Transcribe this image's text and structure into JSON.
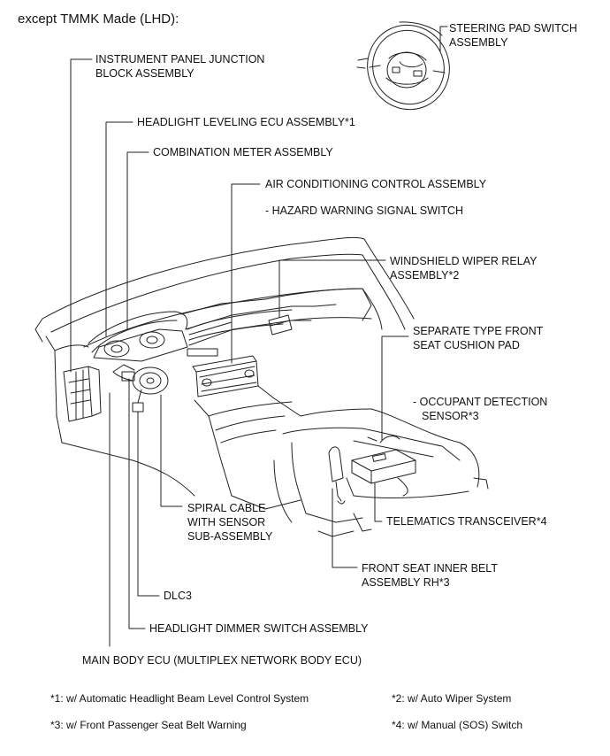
{
  "heading": "except TMMK Made (LHD):",
  "labels": {
    "steering_pad_switch": [
      "STEERING PAD SWITCH",
      "ASSEMBLY"
    ],
    "instrument_panel_junction_block": [
      "INSTRUMENT PANEL JUNCTION",
      "BLOCK ASSEMBLY"
    ],
    "headlight_leveling_ecu": "HEADLIGHT LEVELING ECU ASSEMBLY*1",
    "combination_meter": "COMBINATION METER ASSEMBLY",
    "air_conditioning_control": "AIR CONDITIONING CONTROL ASSEMBLY",
    "hazard_warning_switch": "- HAZARD WARNING SIGNAL SWITCH",
    "windshield_wiper_relay": [
      "WINDSHIELD WIPER RELAY",
      "ASSEMBLY*2"
    ],
    "separate_type_seat_cushion_pad": [
      "SEPARATE TYPE FRONT",
      "SEAT CUSHION PAD"
    ],
    "occupant_detection_sensor": [
      "- OCCUPANT DETECTION",
      "SENSOR*3"
    ],
    "spiral_cable": [
      "SPIRAL CABLE",
      "WITH SENSOR",
      "SUB-ASSEMBLY"
    ],
    "telematics_transceiver": "TELEMATICS TRANSCEIVER*4",
    "front_seat_inner_belt": [
      "FRONT SEAT INNER BELT",
      "ASSEMBLY RH*3"
    ],
    "dlc3": "DLC3",
    "headlight_dimmer_switch": "HEADLIGHT DIMMER SWITCH ASSEMBLY",
    "main_body_ecu": "MAIN BODY ECU (MULTIPLEX NETWORK BODY ECU)"
  },
  "footnotes": {
    "note1": "*1: w/ Automatic Headlight Beam Level Control System",
    "note2": "*2: w/ Auto Wiper System",
    "note3": "*3: w/ Front Passenger Seat Belt Warning",
    "note4": "*4: w/ Manual (SOS) Switch"
  }
}
